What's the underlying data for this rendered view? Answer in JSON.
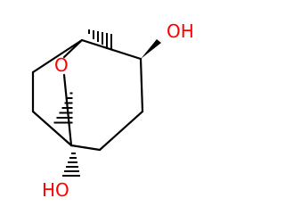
{
  "molecule": {
    "atoms": {
      "ring_oxygen": {
        "label": "O",
        "color": "#ff0000"
      },
      "hydroxyl_top_right": {
        "label": "OH",
        "color": "#ff0000"
      },
      "hydroxyl_bottom_left": {
        "label": "HO",
        "color": "#ff0000"
      }
    },
    "bond_color": "#000000"
  }
}
